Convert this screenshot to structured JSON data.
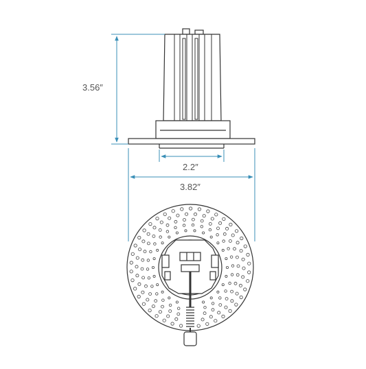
{
  "dimensions": {
    "height": "3.56″",
    "cutout": "2.2″",
    "flange": "3.82″"
  },
  "colors": {
    "dimension_line": "#3a8fb7",
    "drawing_line": "#333333",
    "label_text": "#555555"
  }
}
